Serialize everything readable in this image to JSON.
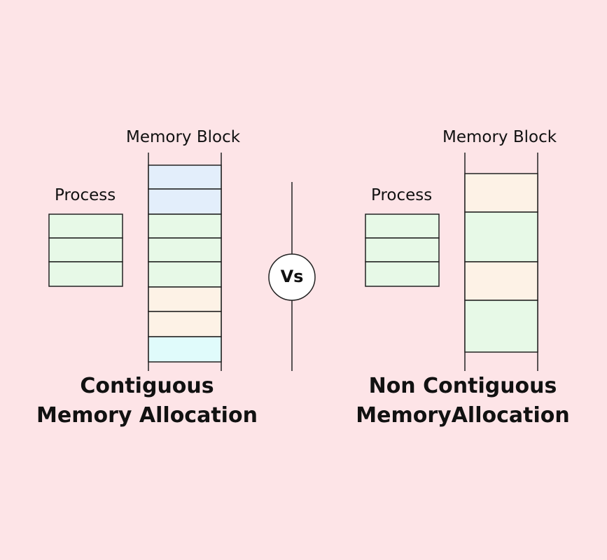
{
  "left": {
    "memory_label": "Memory Block",
    "process_label": "Process",
    "title_line1": "Contiguous",
    "title_line2": "Memory Allocation"
  },
  "divider": {
    "vs_label": "Vs"
  },
  "right": {
    "memory_label": "Memory Block",
    "process_label": "Process",
    "title_line1": "Non Contiguous",
    "title_line2": "MemoryAllocation"
  },
  "colors": {
    "background": "#fde4e7",
    "process_green": "#e7f9e7",
    "block_blue": "#e3eefb",
    "block_orange": "#fdf2e6",
    "block_cyan": "#e0fbfb",
    "stroke": "#222222"
  }
}
